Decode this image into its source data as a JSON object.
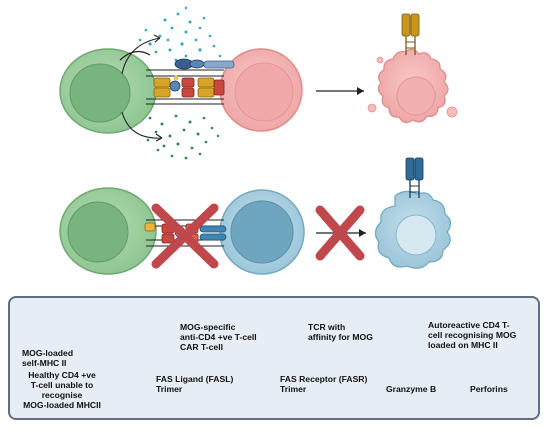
{
  "legend": {
    "items": [
      {
        "label": "MOG-loaded\nself-MHC II"
      },
      {
        "label": "MOG-specific\nanti-CD4 +ve T-cell\nCAR T-cell"
      },
      {
        "label": "TCR with\naffinity for MOG"
      },
      {
        "label": "Autoreactive CD4 T-\ncell recognising MOG\nloaded on MHC II"
      },
      {
        "label": "Healthy CD4 +ve\nT-cell unable to\nrecognise\nMOG-loaded MHCII"
      },
      {
        "label": "FAS Ligand (FASL)\nTrimer"
      },
      {
        "label": "FAS Receptor (FASR)\nTrimer"
      },
      {
        "label": "Granzyme B"
      },
      {
        "label": "Perforins"
      }
    ]
  },
  "colors": {
    "car_cell_outer": "#9fd0a0",
    "car_cell_inner": "#6fae78",
    "target_cell_outer": "#f3b5b5",
    "target_cell_inner": "#ee9f9f",
    "healthy_cell_outer": "#a9cede",
    "healthy_cell_inner": "#6ea6c0",
    "granzyme": "#3aa3c4",
    "perforin": "#2d8a54",
    "tcr_gold": "#c8961c",
    "tcr_blue": "#2e6c9a",
    "cross": "#c0474b"
  },
  "icons": [
    "mhc-icon",
    "car-t-cell-icon",
    "tcr-icon",
    "autoreactive-cell-icon",
    "healthy-cell-icon",
    "fasl-trimer-icon",
    "fasr-trimer-icon",
    "granzyme-dots-icon",
    "perforin-dots-icon",
    "arrow-icon",
    "cross-icon",
    "apoptotic-cell-icon"
  ]
}
